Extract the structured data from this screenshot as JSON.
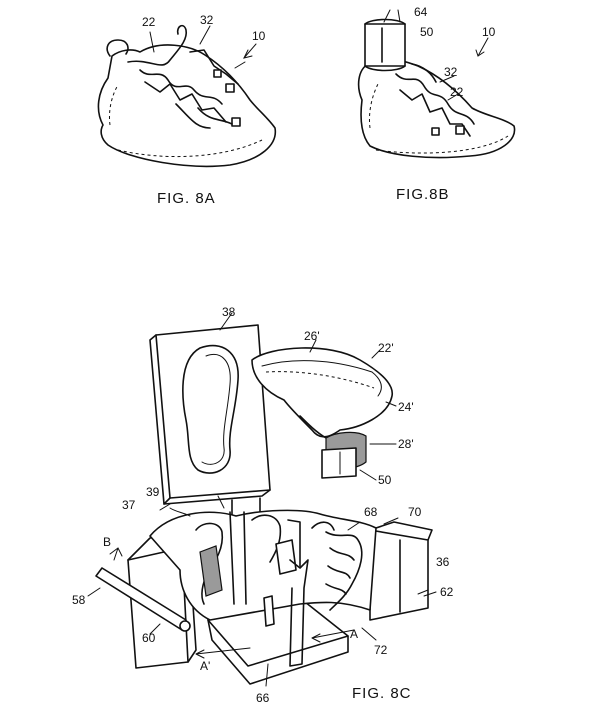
{
  "figures": [
    {
      "caption": "FIG. 8A",
      "labels": [
        "22",
        "32",
        "10"
      ]
    },
    {
      "caption": "FIG.8B",
      "labels": [
        "64",
        "50",
        "10",
        "32",
        "22"
      ]
    },
    {
      "caption": "FIG. 8C",
      "labels": [
        "38",
        "26'",
        "22'",
        "24'",
        "28'",
        "50",
        "37",
        "39",
        "68",
        "70",
        "36",
        "B",
        "58",
        "62",
        "60",
        "A'",
        "A",
        "72",
        "66"
      ]
    }
  ]
}
